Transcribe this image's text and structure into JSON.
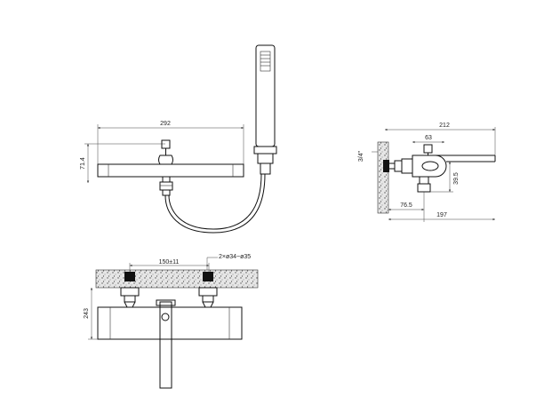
{
  "dimensions": {
    "top_width": "292",
    "top_height": "71.4",
    "side_overall": "212",
    "side_nut": "63",
    "side_thread": "3/4\"",
    "side_drop": "39.5",
    "side_offset": "76.5",
    "side_depth": "197",
    "bottom_centers": "150±11",
    "bottom_inlets": "2×ø34~ø35",
    "bottom_height": "243"
  },
  "colors": {
    "line": "#111111",
    "dimension": "#444444",
    "wall": "#bbbbbb"
  }
}
